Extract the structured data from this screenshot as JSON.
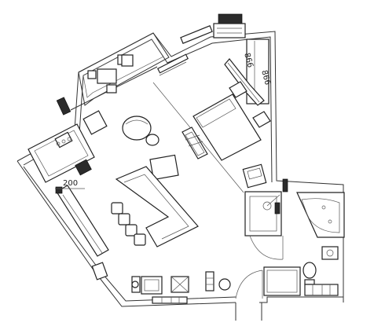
{
  "labels": {
    "dim_left": "200",
    "dim_wardrobe_a": "866",
    "dim_wardrobe_b": "866"
  }
}
